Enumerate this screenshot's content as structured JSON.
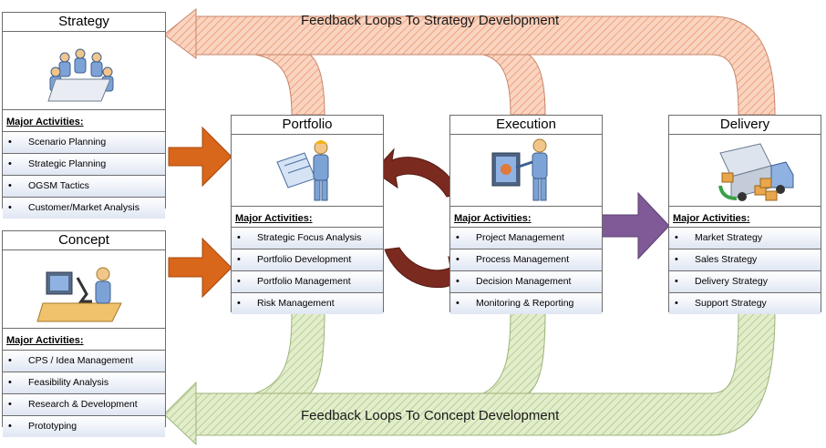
{
  "feedback": {
    "top": "Feedback Loops To Strategy Development",
    "bottom": "Feedback Loops To Concept Development"
  },
  "cards": {
    "strategy": {
      "title": "Strategy",
      "heading": "Major Activities:",
      "items": [
        "Scenario Planning",
        "Strategic Planning",
        "OGSM Tactics",
        "Customer/Market Analysis"
      ]
    },
    "concept": {
      "title": "Concept",
      "heading": "Major Activities:",
      "items": [
        "CPS / Idea Management",
        "Feasibility Analysis",
        "Research & Development",
        "Prototyping"
      ]
    },
    "portfolio": {
      "title": "Portfolio",
      "heading": "Major Activities:",
      "items": [
        "Strategic Focus Analysis",
        "Portfolio Development",
        "Portfolio Management",
        "Risk Management"
      ]
    },
    "execution": {
      "title": "Execution",
      "heading": "Major Activities:",
      "items": [
        "Project Management",
        "Process Management",
        "Decision Management",
        "Monitoring & Reporting"
      ]
    },
    "delivery": {
      "title": "Delivery",
      "heading": "Major Activities:",
      "items": [
        "Market Strategy",
        "Sales Strategy",
        "Delivery Strategy",
        "Support Strategy"
      ]
    }
  },
  "bullet": "•",
  "colors": {
    "top_loop": "#f6c2a7",
    "bottom_loop": "#d3e3b6",
    "orange_arrow": "#d8661b",
    "cycle_arrow": "#7b2a20",
    "purple_arrow": "#7f5a97",
    "border": "#6d6d6d"
  }
}
